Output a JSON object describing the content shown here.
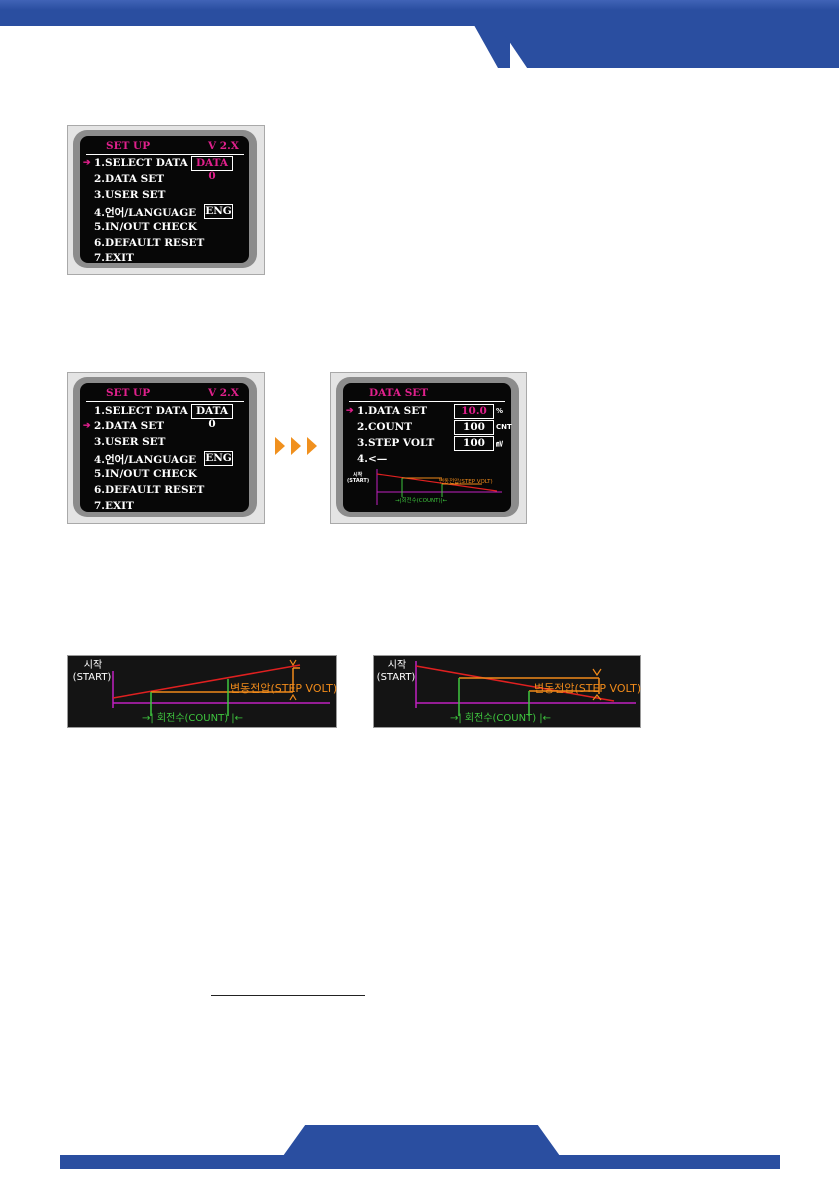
{
  "setup_menu": {
    "title": "SET UP",
    "version": "V 2.X",
    "items": [
      "1.SELECT DATA",
      "2.DATA SET",
      "3.USER SET",
      "4.언어/LANGUAGE",
      "5.IN/OUT CHECK",
      "6.DEFAULT RESET",
      "7.EXIT"
    ],
    "select_data_value": "DATA  0",
    "language_value": "ENG",
    "cursor": "➔"
  },
  "data_set_menu": {
    "title": "DATA SET",
    "items": [
      "1.DATA SET",
      "2.COUNT",
      "3.STEP VOLT",
      "4.<—"
    ],
    "values": [
      "10.0",
      "100",
      "100"
    ],
    "units": [
      "%",
      "CNT",
      "㎷"
    ],
    "mini_start": "시작\n(START)",
    "mini_step": "변동전압(STEP VOLT)",
    "mini_count": "→|회전수(COUNT)|←"
  },
  "graph": {
    "start_label_1": "시작",
    "start_label_2": "(START)",
    "step_label": "변동전압(STEP VOLT)",
    "count_label": "→|  회전수(COUNT)  |←"
  },
  "colors": {
    "brand_blue": "#2a4ea0",
    "menu_pink": "#e0208c",
    "step_orange": "#f08a1a",
    "count_green": "#3ec63e",
    "line_red": "#e02020",
    "axis_magenta": "#c020c0"
  }
}
